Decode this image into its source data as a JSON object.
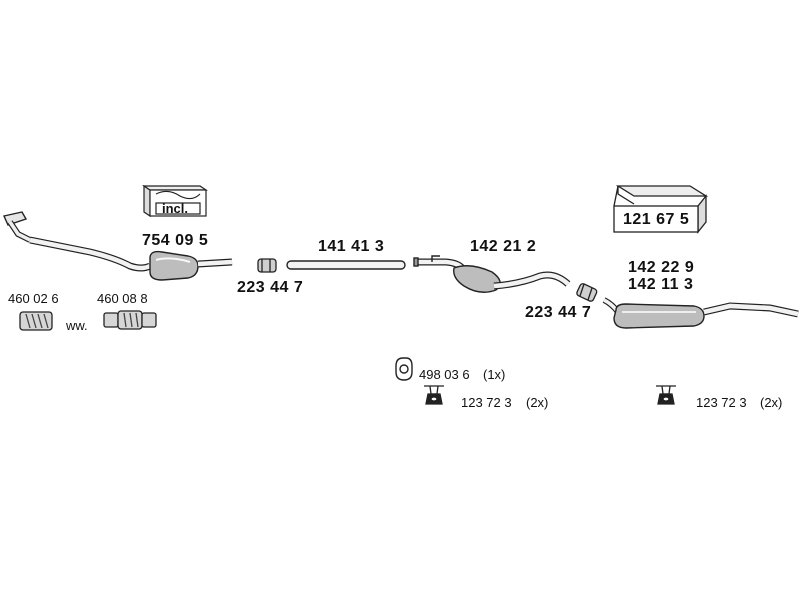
{
  "parts": {
    "catalytic_converter": "754 09 5",
    "mounting_kit": "121 67 5",
    "kit_incl_label": "incl.",
    "front_clamp": "223 44 7",
    "middle_pipe": "141 41 3",
    "centre_silencer": "142 21 2",
    "rear_clamp": "223 44 7",
    "rear_silencer_a": "142 22 9",
    "rear_silencer_b": "142 11 3",
    "connector_a": "460 02 6",
    "connector_b": "460 08 8",
    "connector_separator": "ww.",
    "rubber_ring": "498 03 6",
    "rubber_ring_qty": "(1x)",
    "hanger_center": "123 72 3",
    "hanger_center_qty": "(2x)",
    "hanger_rear": "123 72 3",
    "hanger_rear_qty": "(2x)"
  },
  "colors": {
    "line": "#222222",
    "fill_light": "#dddddd",
    "fill_mid": "#bbbbbb"
  }
}
